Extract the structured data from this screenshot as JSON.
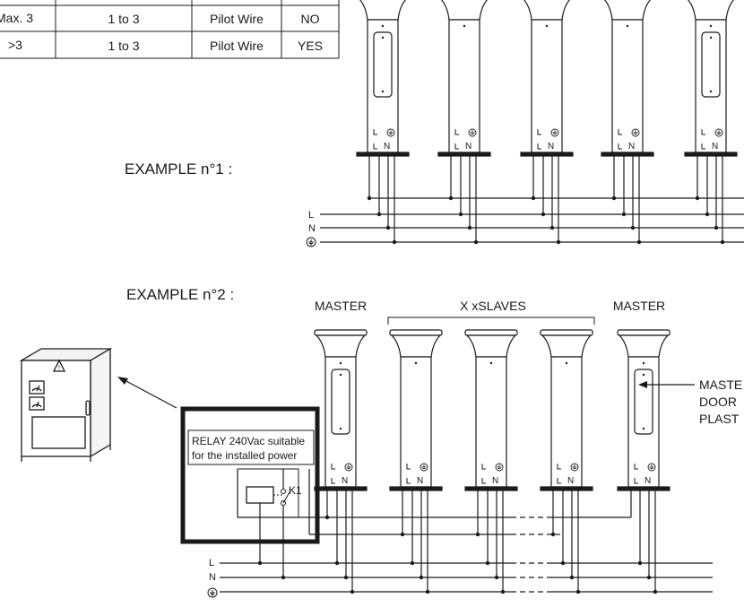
{
  "table": {
    "rows": [
      {
        "pillars": "Max. 3",
        "range": "1 to 3",
        "wire": "Pilot Wire",
        "relay": "NO"
      },
      {
        "pillars": ">3",
        "range": "1 to 3",
        "wire": "Pilot Wire",
        "relay": "YES"
      }
    ]
  },
  "example1": {
    "title": "EXAMPLE n°1 :"
  },
  "example2": {
    "title": "EXAMPLE n°2 :",
    "master_left": "MASTER",
    "slaves": "X xSLAVES",
    "master_right": "MASTER",
    "callout_line1": "MASTE",
    "callout_line2": "DOOR",
    "callout_line3": "PLAST"
  },
  "relay": {
    "line1": "RELAY 240Vac suitable",
    "line2": "for the installed power",
    "contact": "K1"
  },
  "bus": {
    "live": "L",
    "neutral": "N",
    "earth": "⏚"
  },
  "terminals": {
    "live": "L",
    "neutral": "N"
  }
}
